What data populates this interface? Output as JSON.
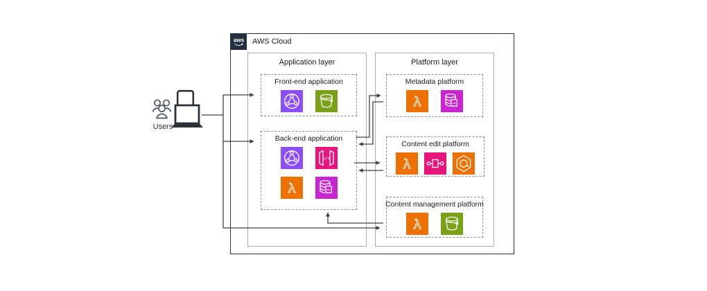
{
  "users": {
    "label": "Users",
    "icons": [
      "users-group-icon",
      "mobile-phone-icon",
      "laptop-icon"
    ]
  },
  "aws_cloud": {
    "label": "AWS Cloud",
    "logo": "aws-logo"
  },
  "layers": {
    "application": {
      "label": "Application layer",
      "groups": {
        "front_end": {
          "label": "Front-end application",
          "services": [
            {
              "icon": "cloudfront-globe-icon",
              "color": "#8C4FFF"
            },
            {
              "icon": "s3-bucket-icon",
              "color": "#7AA116"
            }
          ]
        },
        "back_end": {
          "label": "Back-end application",
          "services": [
            {
              "icon": "cloudfront-globe-icon",
              "color": "#8C4FFF"
            },
            {
              "icon": "api-gateway-icon",
              "color": "#E7157B"
            },
            {
              "icon": "lambda-icon",
              "color": "#ED7100"
            },
            {
              "icon": "database-icon",
              "color": "#C925D1"
            }
          ]
        }
      }
    },
    "platform": {
      "label": "Platform layer",
      "groups": {
        "metadata": {
          "label": "Metadata platform",
          "services": [
            {
              "icon": "lambda-icon",
              "color": "#ED7100"
            },
            {
              "icon": "database-icon",
              "color": "#C925D1"
            }
          ]
        },
        "content_edit": {
          "label": "Content edit platform",
          "services": [
            {
              "icon": "lambda-icon",
              "color": "#ED7100"
            },
            {
              "icon": "step-functions-icon",
              "color": "#E7157B"
            },
            {
              "icon": "ecs-hexagon-icon",
              "color": "#ED7100"
            }
          ]
        },
        "content_mgmt": {
          "label": "Content management platform",
          "services": [
            {
              "icon": "lambda-icon",
              "color": "#ED7100"
            },
            {
              "icon": "s3-bucket-icon",
              "color": "#7AA116"
            }
          ]
        }
      }
    }
  },
  "connections": [
    {
      "from": "users",
      "to": "front-end-application",
      "arrow": "right"
    },
    {
      "from": "users",
      "to": "back-end-application",
      "arrow": "right"
    },
    {
      "from": "users",
      "to": "content-management-platform",
      "arrow": "right"
    },
    {
      "from": "back-end-application",
      "to": "metadata-platform",
      "arrow": "right"
    },
    {
      "from": "metadata-platform",
      "to": "back-end-application",
      "arrow": "left"
    },
    {
      "from": "back-end-application",
      "to": "content-edit-platform",
      "arrow": "right"
    },
    {
      "from": "content-edit-platform",
      "to": "back-end-application",
      "arrow": "left"
    },
    {
      "from": "content-management-platform",
      "to": "back-end-application",
      "arrow": "up"
    }
  ],
  "colors": {
    "aws_dark": "#232F3E",
    "networking_purple": "#8C4FFF",
    "storage_green": "#7AA116",
    "app_integration_pink": "#E7157B",
    "compute_orange": "#ED7100",
    "database_magenta": "#C925D1",
    "line": "#3B4046",
    "layer_border_gray": "#A9ADB1"
  }
}
